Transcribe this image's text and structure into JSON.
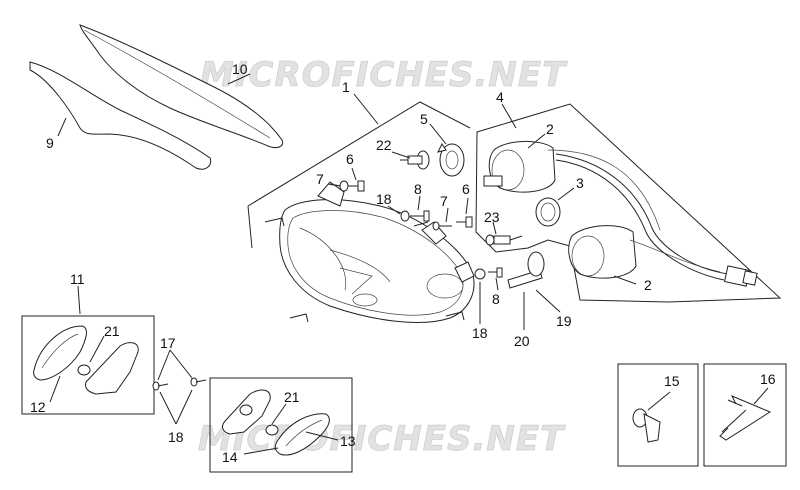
{
  "watermarks": [
    "MICROFICHES.NET",
    "MICROFICHES.NET"
  ],
  "labels": {
    "p1": "1",
    "p2a": "2",
    "p2b": "2",
    "p3": "3",
    "p4": "4",
    "p5": "5",
    "p6a": "6",
    "p6b": "6",
    "p7a": "7",
    "p7b": "7",
    "p8a": "8",
    "p8b": "8",
    "p9": "9",
    "p10": "10",
    "p11": "11",
    "p12": "12",
    "p13": "13",
    "p14": "14",
    "p15": "15",
    "p16": "16",
    "p17": "17",
    "p18a": "18",
    "p18b": "18",
    "p18c": "18",
    "p19": "19",
    "p20": "20",
    "p21a": "21",
    "p21b": "21",
    "p22": "22",
    "p23": "23"
  }
}
